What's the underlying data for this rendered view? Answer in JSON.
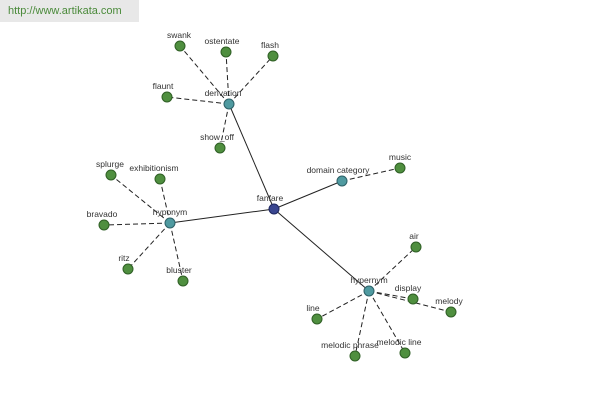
{
  "header": {
    "url": "http://www.artikata.com"
  },
  "graph": {
    "root": "fanfare",
    "relations": [
      {
        "label": "derivation",
        "words": [
          "swank",
          "ostentate",
          "flash",
          "flaunt",
          "show_off"
        ]
      },
      {
        "label": "hyponym",
        "words": [
          "splurge",
          "exhibitionism",
          "bravado",
          "ritz",
          "bluster"
        ]
      },
      {
        "label": "domain category",
        "words": [
          "music"
        ]
      },
      {
        "label": "hypernym",
        "words": [
          "air",
          "display",
          "melody",
          "line",
          "melodic phrase",
          "melodic line"
        ]
      }
    ]
  },
  "colors": {
    "root_node": "#3a4690",
    "relation_node": "#4f9aa0",
    "word_node": "#4f8f3f",
    "url_text": "#4a8a3a"
  }
}
